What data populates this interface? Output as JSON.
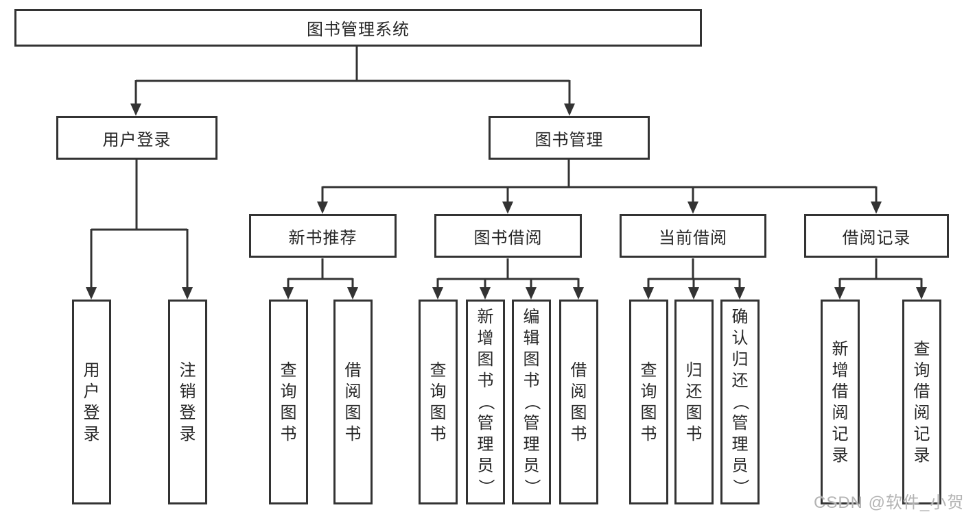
{
  "diagram": {
    "root": {
      "label": "图书管理系统"
    },
    "branches": [
      {
        "label": "用户登录",
        "children": [
          "用户登录",
          "注销登录"
        ]
      },
      {
        "label": "图书管理",
        "sections": [
          {
            "label": "新书推荐",
            "children": [
              "查询图书",
              "借阅图书"
            ]
          },
          {
            "label": "图书借阅",
            "children": [
              "查询图书",
              "新增图书（管理员）",
              "编辑图书（管理员）",
              "借阅图书"
            ]
          },
          {
            "label": "当前借阅",
            "children": [
              "查询图书",
              "归还图书",
              "确认归还（管理员）"
            ]
          },
          {
            "label": "借阅记录",
            "children": [
              "新增借阅记录",
              "查询借阅记录"
            ]
          }
        ]
      }
    ]
  },
  "watermark": {
    "text": "CSDN @软件_小贺同学"
  },
  "colors": {
    "line": "#333333",
    "text": "#262626",
    "node_background": "#ffffff",
    "watermark": "#b4b4b4",
    "background": "#ffffff"
  }
}
